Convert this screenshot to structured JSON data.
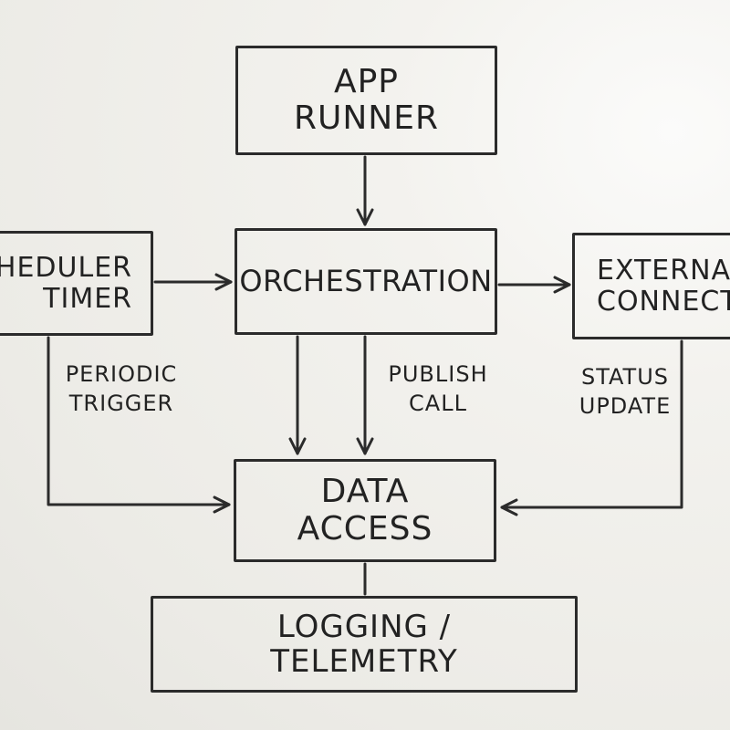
{
  "diagram": {
    "nodes": {
      "app_runner": {
        "line1": "APP",
        "line2": "RUNNER"
      },
      "orchestration": {
        "label": "ORCHESTRATION"
      },
      "scheduler_timer": {
        "line1": "HEDULER",
        "line2": "TIMER"
      },
      "external_connect": {
        "line1": "EXTERNA",
        "line2": "CONNECT"
      },
      "data_access": {
        "line1": "DATA",
        "line2": "ACCESS"
      },
      "logging_telemetry": {
        "line1": "LOGGING /",
        "line2": "TELEMETRY"
      }
    },
    "edge_labels": {
      "periodic_trigger": {
        "line1": "PERIODIC",
        "line2": "TRIGGER"
      },
      "publish_call": {
        "line1": "PUBLISH",
        "line2": "CALL"
      },
      "status_update": {
        "line1": "STATUS",
        "line2": "UPDATE"
      }
    },
    "edges": [
      {
        "from": "app_runner",
        "to": "orchestration"
      },
      {
        "from": "scheduler_timer",
        "to": "orchestration"
      },
      {
        "from": "orchestration",
        "to": "external_connect"
      },
      {
        "from": "orchestration",
        "to": "data_access"
      },
      {
        "from": "orchestration",
        "to": "data_access",
        "label": "publish_call"
      },
      {
        "from": "scheduler_timer",
        "to": "data_access",
        "label": "periodic_trigger"
      },
      {
        "from": "external_connect",
        "to": "data_access",
        "label": "status_update"
      },
      {
        "from": "data_access",
        "to": "logging_telemetry"
      }
    ],
    "colors": {
      "ink": "#2b2b2b",
      "board": "#efeeea"
    }
  }
}
